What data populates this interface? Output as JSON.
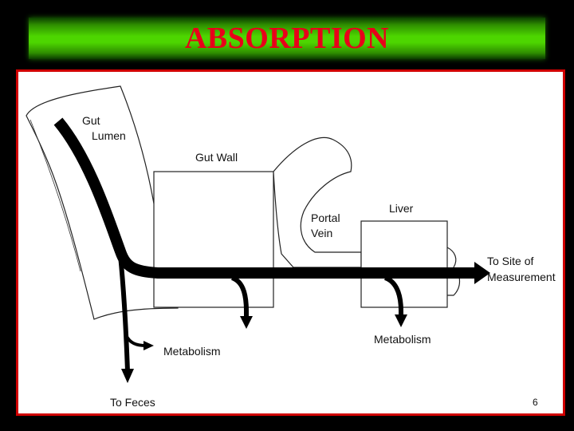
{
  "title": "ABSORPTION",
  "diagram": {
    "labels": {
      "gut_lumen_1": "Gut",
      "gut_lumen_2": "Lumen",
      "gut_wall": "Gut Wall",
      "portal_vein_1": "Portal",
      "portal_vein_2": "Vein",
      "liver": "Liver",
      "site_1": "To Site of",
      "site_2": "Measurement",
      "metabolism_gut": "Metabolism",
      "metabolism_liver": "Metabolism",
      "feces": "To Feces"
    }
  },
  "page_number": "6",
  "colors": {
    "title_text": "#e8001a",
    "title_bar": "#4dd600",
    "frame_border": "#d00000",
    "background": "#000000"
  }
}
